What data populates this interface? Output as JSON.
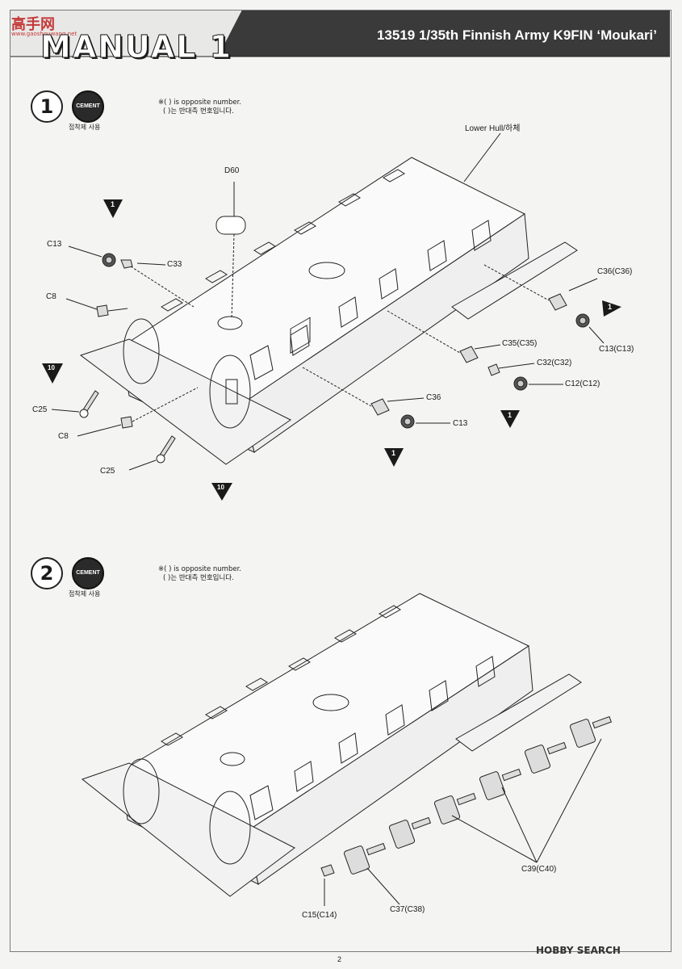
{
  "watermark": {
    "logo": "高手网",
    "sub": "www.gaoshouwang.net"
  },
  "header": {
    "manual_title": "MANUAL 1",
    "product_title": "13519 1/35th Finnish Army K9FIN ‘Moukari’"
  },
  "steps": [
    {
      "number": "1",
      "cement_label": "CEMENT",
      "cement_ko": "접착제 사용",
      "note_en": "※(  ) is opposite number.",
      "note_ko": "(  )는 반대측 번호입니다.",
      "labels": {
        "lower_hull": "Lower Hull/하체",
        "d60": "D60",
        "c13_left": "C13",
        "c33": "C33",
        "c8_top": "C8",
        "c36_c36": "C36(C36)",
        "c13_c13": "C13(C13)",
        "c35_c35": "C35(C35)",
        "c32_c32": "C32(C32)",
        "c12_c12": "C12(C12)",
        "c36": "C36",
        "c13_bottom": "C13",
        "c25_top": "C25",
        "c8_bottom": "C8",
        "c25_bottom": "C25",
        "ref_1": "1",
        "ref_10": "10"
      }
    },
    {
      "number": "2",
      "cement_label": "CEMENT",
      "cement_ko": "접착제 사용",
      "note_en": "※(  ) is opposite number.",
      "note_ko": "(  )는 반대측 번호입니다.",
      "labels": {
        "c39_c40": "C39(C40)",
        "c37_c38": "C37(C38)",
        "c15_c14": "C15(C14)"
      }
    }
  ],
  "footer": {
    "page_number": "2",
    "source_logo": "HOBBY SEARCH"
  }
}
